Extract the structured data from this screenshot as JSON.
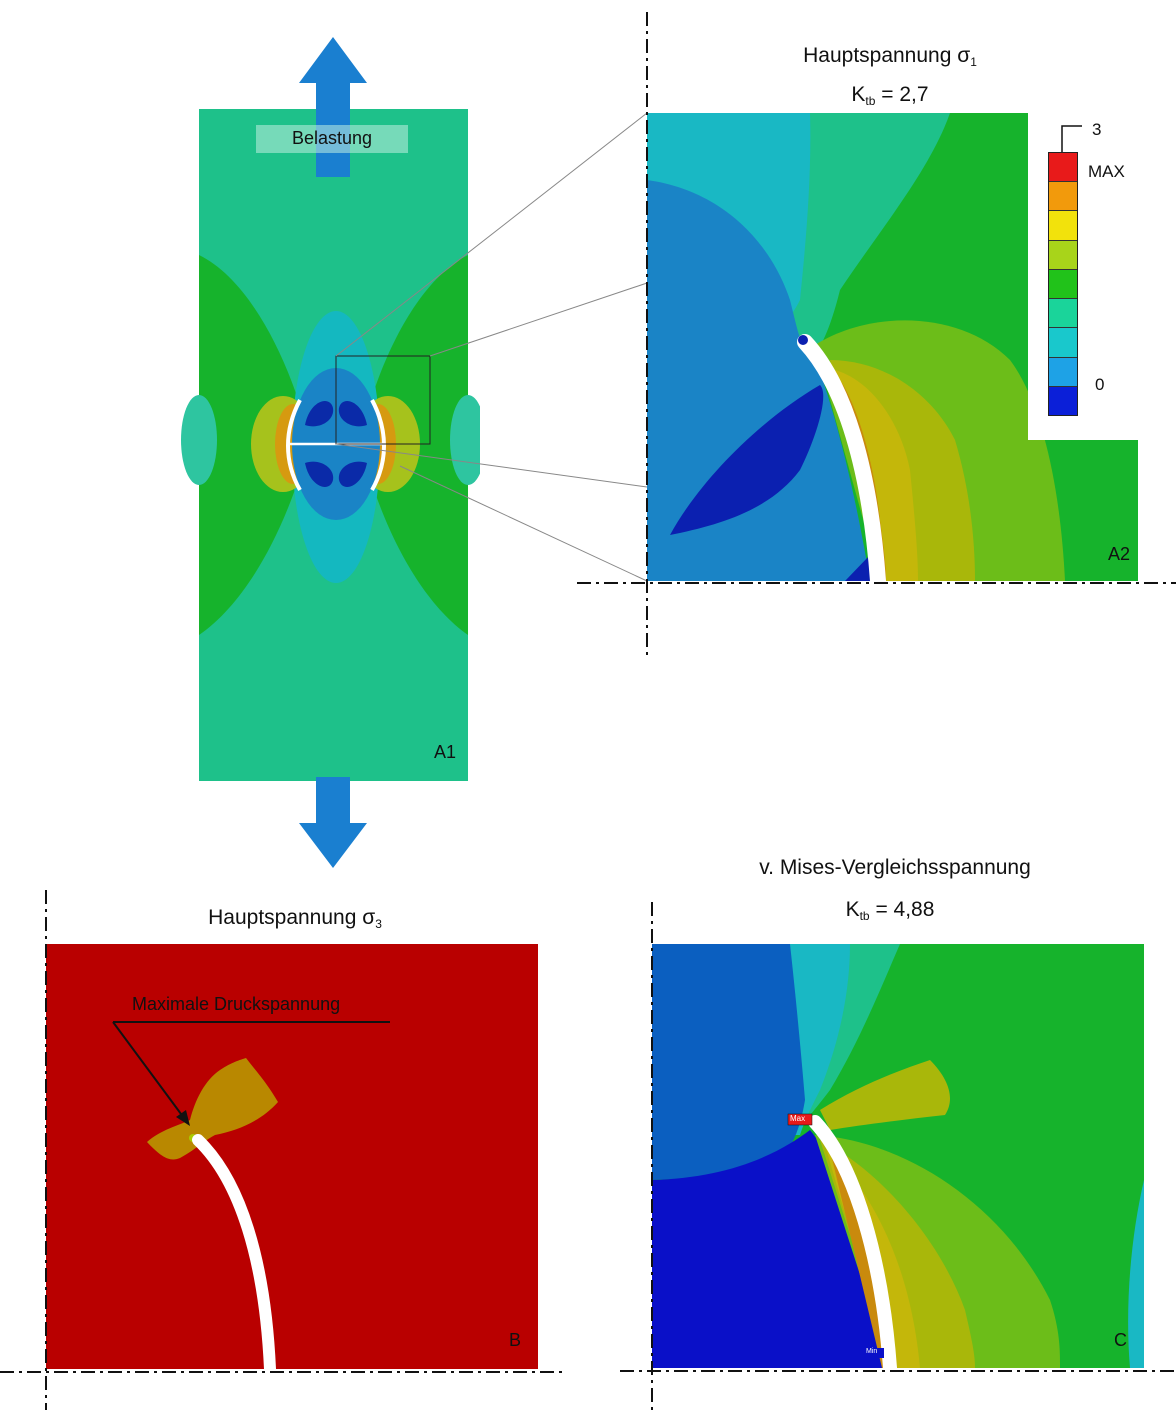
{
  "panel_a1": {
    "label": "A1",
    "load_label": "Belastung",
    "colors": {
      "background": "#1ec18a",
      "green": "#16b32c",
      "cyan": "#14b8c0",
      "blue_mid": "#1a84c6",
      "blue_dark": "#0a2aa8",
      "orange": "#d69a10",
      "arrow": "#1a7fd0"
    }
  },
  "panel_a2": {
    "label": "A2",
    "title_main": "Hauptspannung σ",
    "title_sub": "1",
    "k_label": "K",
    "k_sub": "tb",
    "k_value": " = 2,7"
  },
  "legend": {
    "top": "3",
    "max": "MAX",
    "zero": "0",
    "colors": [
      "#e81a1a",
      "#f29a0c",
      "#f2e20c",
      "#a8d41a",
      "#21c21a",
      "#1ad49a",
      "#19c8cc",
      "#1ea2e6",
      "#0b1fd8"
    ]
  },
  "panel_b": {
    "label": "B",
    "title_main": "Hauptspannung σ",
    "title_sub": "3",
    "annotation": "Maximale Druckspannung",
    "colors": {
      "background": "#b90000",
      "patch": "#b98800",
      "crack": "#ffffff"
    }
  },
  "panel_c": {
    "label": "C",
    "title_main": "v. Mises-Vergleichsspannung",
    "k_label": "K",
    "k_sub": "tb",
    "k_value": " = 4,88",
    "max_tag": "Max",
    "min_tag": "Min"
  }
}
